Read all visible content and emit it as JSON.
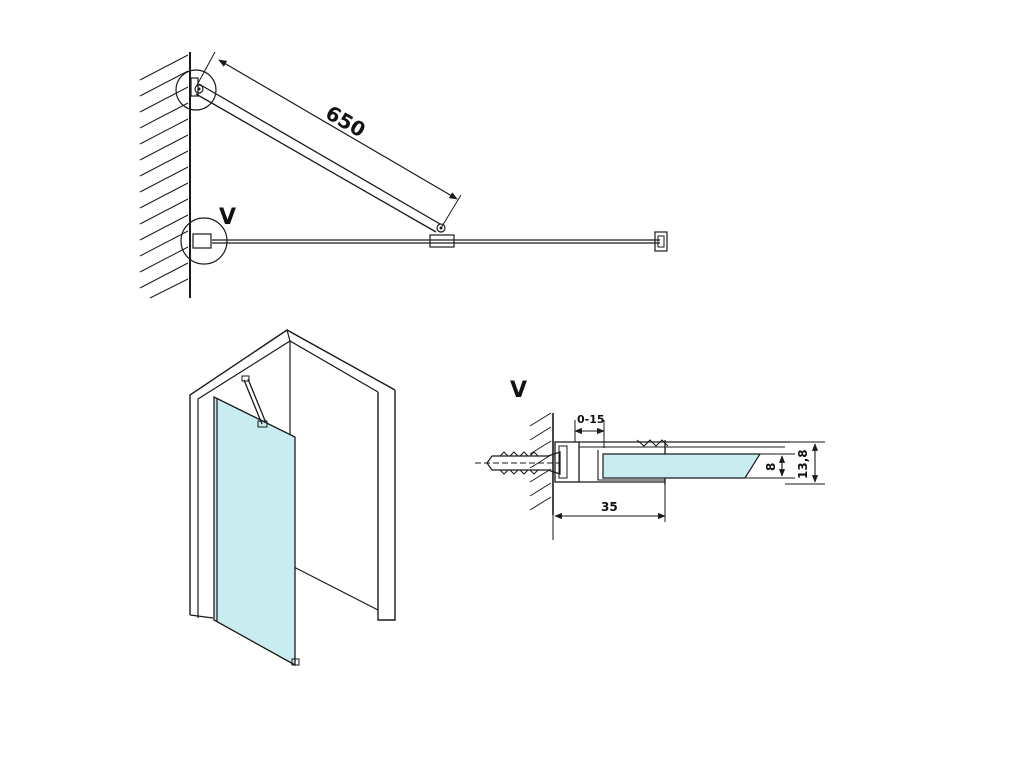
{
  "top_view": {
    "dimension_length": "650",
    "detail_marker": "V"
  },
  "detail_view": {
    "title": "V",
    "dim_adjust": "0-15",
    "dim_depth": "35",
    "dim_glass": "8",
    "dim_profile": "13,8"
  },
  "colors": {
    "glass": "#c9ecf0",
    "line": "#1a1a1a"
  }
}
